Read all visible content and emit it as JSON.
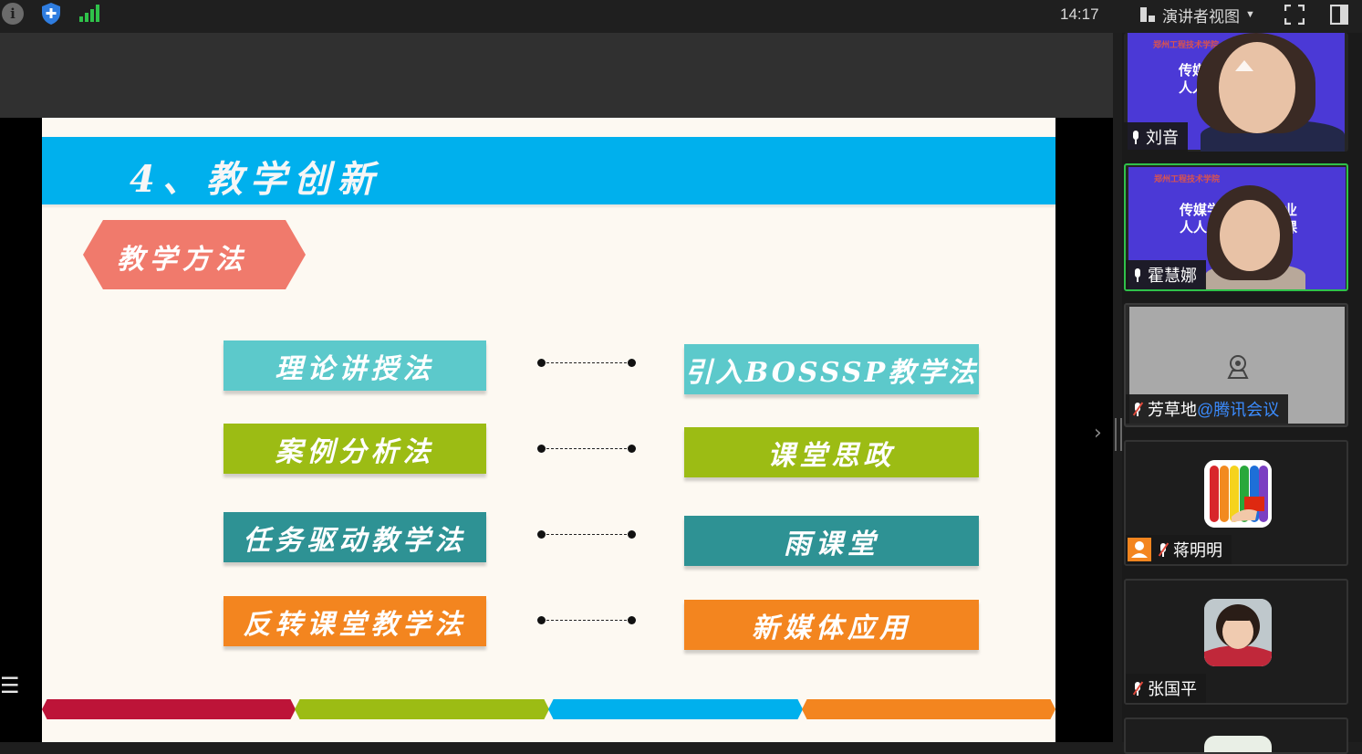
{
  "meeting": {
    "clock": "14:17",
    "view_mode_label": "演讲者视图"
  },
  "toolbar_icons": [
    "info-icon",
    "shield-icon",
    "signal-icon",
    "fullscreen-icon",
    "side-panel-icon"
  ],
  "slide": {
    "title": "4、教学创新",
    "section_label": "教学方法",
    "left_methods": [
      "理论讲授法",
      "案例分析法",
      "任务驱动教学法",
      "反转课堂教学法"
    ],
    "right_methods": [
      "引入BOSSSP教学法",
      "课堂思政",
      "雨课堂",
      "新媒体应用"
    ],
    "row_colors": [
      "#5cc9cb",
      "#9cbc14",
      "#2e9294",
      "#f3851f"
    ],
    "title_bar_color": "#00b0ed",
    "section_color": "#f07a6c",
    "strip_colors": [
      "#bd1438",
      "#9cbc14",
      "#00b0ed",
      "#f3851f"
    ]
  },
  "participants": [
    {
      "name": "刘音",
      "muted": false,
      "video": true
    },
    {
      "name": "霍慧娜",
      "muted": false,
      "video": true,
      "active": true
    },
    {
      "name": "芳草地",
      "room_suffix": "@腾讯会议",
      "muted": true,
      "video": false
    },
    {
      "name": "蒋明明",
      "muted": true,
      "video": false
    },
    {
      "name": "张国平",
      "muted": true,
      "video": false
    }
  ],
  "participant_video_text": {
    "college": "郑州工程技术学院",
    "line1": "传媒学",
    "line1_suffix": "业",
    "line2": "人人",
    "line2_suffix": "课",
    "tile1_line1": "传媒",
    "tile1_line2": "人人"
  }
}
